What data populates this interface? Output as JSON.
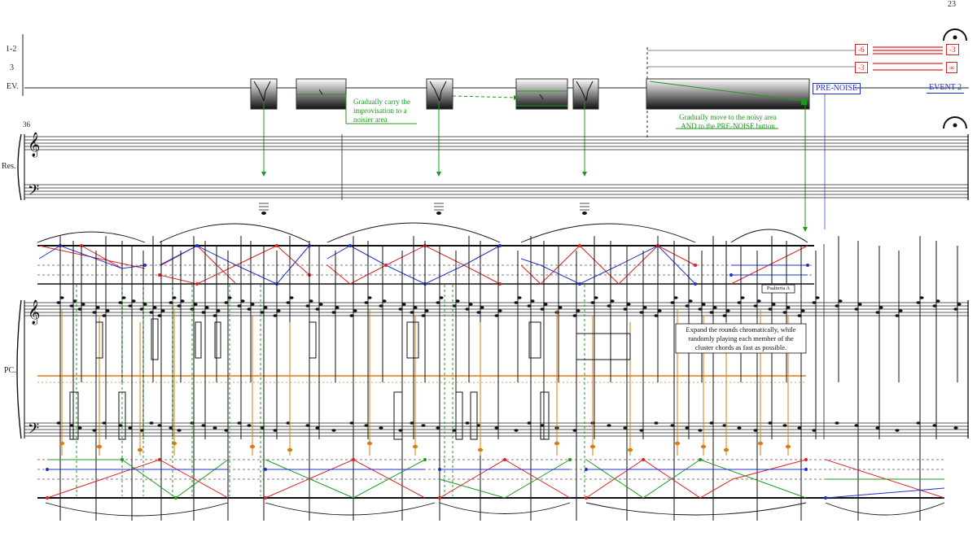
{
  "page_number": "23",
  "measure_number": "36",
  "staff_labels": {
    "row_1_2": "1-2",
    "row_3": "3",
    "ev": "EV.",
    "res": "Res.",
    "pc": "PC."
  },
  "electronics_text": {
    "note_1": "Gradually carry the improvisation to a noisier area",
    "note_2": "Gradually move to the noisy area AND to the PRE-NOISE button"
  },
  "cues": {
    "pre_noise": "PRE-NOISE",
    "event": "EVENT 2"
  },
  "value_boxes": {
    "r1_left": "-6",
    "r1_right": "-3",
    "r2_left": "-3",
    "r2_right": "∞"
  },
  "instructions": {
    "psaltery_label": "Psalteria A",
    "expand": "Expand the rounds chromatically, while randomly playing each member of the cluster chords as fast as possible."
  },
  "colors": {
    "red": "#e02020",
    "blue": "#2030d0",
    "green": "#1a9a1a",
    "orange": "#e07a10",
    "black": "#111111"
  },
  "icons": [
    "fermata-icon",
    "treble-clef-icon",
    "bass-clef-icon",
    "cursor-arrow-icon"
  ]
}
